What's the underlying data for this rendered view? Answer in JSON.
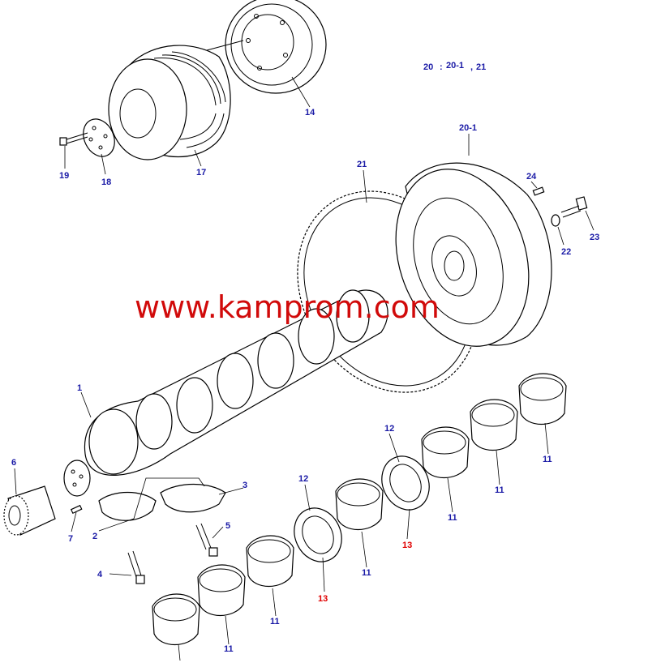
{
  "watermark": "www.kamprom.com",
  "colors": {
    "label_blue": "#1a1aa6",
    "label_red": "#e00000",
    "watermark_red": "#d10a0a",
    "line": "#000000"
  },
  "note": {
    "a": "20",
    "sep1": ":",
    "b": "20-1",
    "sep2": ",",
    "c": "21"
  },
  "labels": {
    "p1": "1",
    "p2": "2",
    "p3": "3",
    "p4": "4",
    "p5": "5",
    "p6": "6",
    "p7": "7",
    "p11a": "11",
    "p11b": "11",
    "p11c": "11",
    "p11d": "11",
    "p11e": "11",
    "p11f": "11",
    "p12a": "12",
    "p12b": "12",
    "p13a": "13",
    "p13b": "13",
    "p14": "14",
    "p17": "17",
    "p18": "18",
    "p19": "19",
    "p20_1": "20-1",
    "p21": "21",
    "p22": "22",
    "p23": "23",
    "p24": "24"
  }
}
